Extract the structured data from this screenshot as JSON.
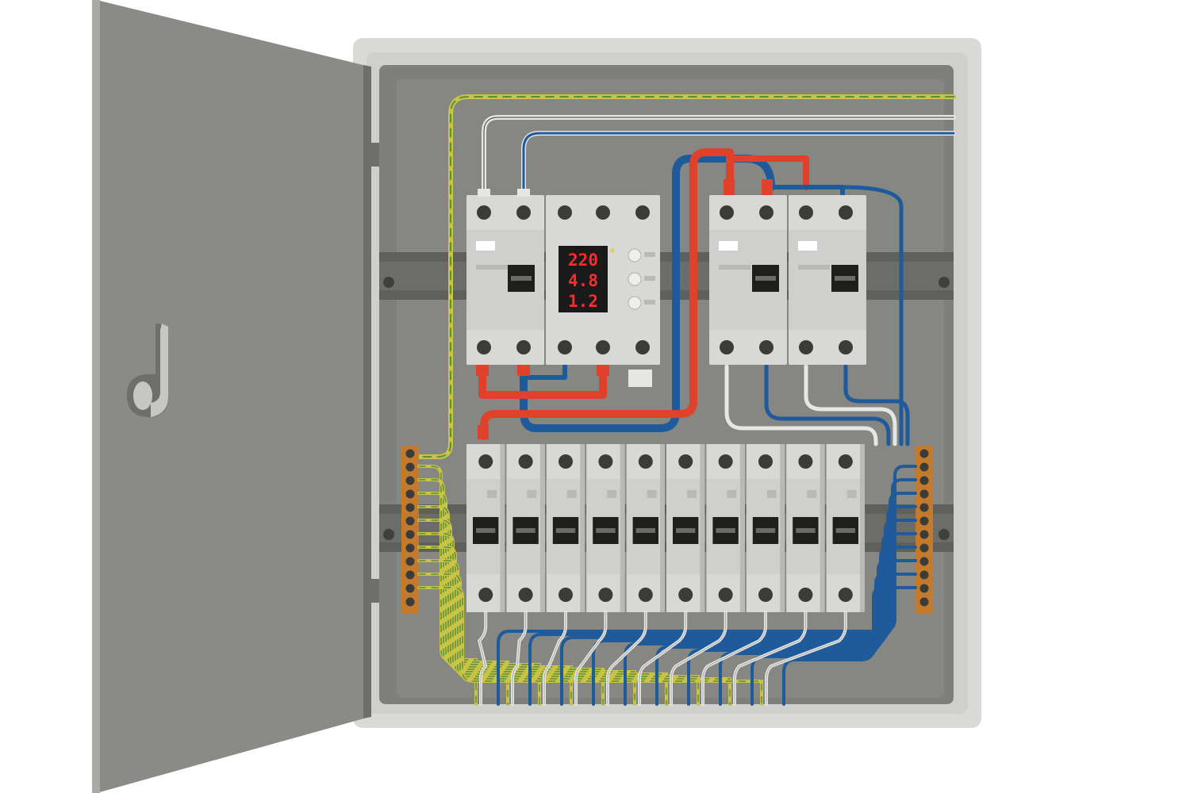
{
  "meter": {
    "voltage": "220",
    "current": "4.8",
    "power": "1.2"
  },
  "colors": {
    "background": "#ffffff",
    "door": "#8a8b86",
    "door_edge": "#a9aaa5",
    "cabinet_frame": "#d9dad6",
    "cabinet_inner": "#7f807c",
    "din_rail": "#5f605c",
    "breaker_body": "#d8d9d7",
    "breaker_shadow": "#b9bab8",
    "wire_phase_red": "#e0412a",
    "wire_neutral_blue": "#1f5a9a",
    "wire_earth_yellow_green": "#c9c446",
    "wire_white": "#e6e6e4",
    "terminal_bar": "#c47a2c",
    "display_bg": "#1a1a1a",
    "display_digits": "#ff2a2a"
  },
  "breakers": {
    "main_count": 1,
    "rcd_count": 2,
    "branch_count": 10
  }
}
